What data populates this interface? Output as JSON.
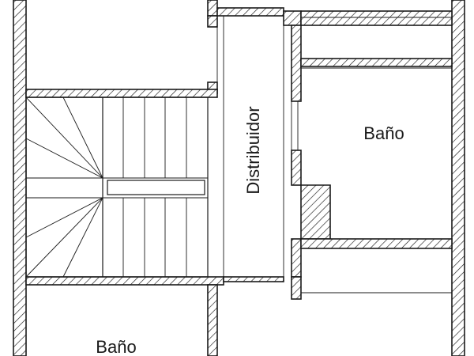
{
  "plan": {
    "rooms": [
      {
        "id": "distribuidor",
        "label": "Distribuidor"
      },
      {
        "id": "bano-right",
        "label": "Baño"
      },
      {
        "id": "bano-bottom",
        "label": "Baño"
      }
    ]
  }
}
